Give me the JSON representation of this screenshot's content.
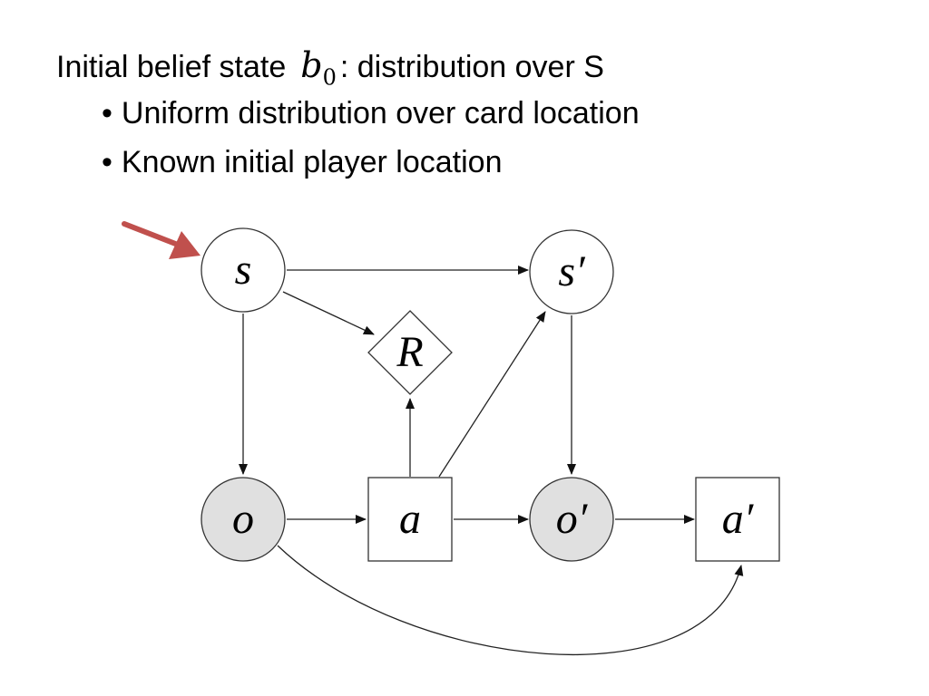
{
  "slide": {
    "title_prefix": "Initial belief state",
    "title_math_symbol": "b",
    "title_math_subscript": "0",
    "title_suffix": ": distribution over S",
    "bullet_glyph": "•",
    "bullets": [
      "Uniform distribution over card location",
      "Known initial player location"
    ]
  },
  "diagram": {
    "nodes": [
      {
        "id": "s",
        "label": "s",
        "shape": "circle",
        "shaded": false
      },
      {
        "id": "s_prime",
        "label": "s′",
        "shape": "circle",
        "shaded": false
      },
      {
        "id": "R",
        "label": "R",
        "shape": "diamond",
        "shaded": false
      },
      {
        "id": "o",
        "label": "o",
        "shape": "circle",
        "shaded": true
      },
      {
        "id": "a",
        "label": "a",
        "shape": "square",
        "shaded": false
      },
      {
        "id": "o_prime",
        "label": "o′",
        "shape": "circle",
        "shaded": true
      },
      {
        "id": "a_prime",
        "label": "a′",
        "shape": "square",
        "shaded": false
      }
    ],
    "edges": [
      {
        "from": "s",
        "to": "s_prime"
      },
      {
        "from": "s",
        "to": "R"
      },
      {
        "from": "s",
        "to": "o"
      },
      {
        "from": "a",
        "to": "R"
      },
      {
        "from": "a",
        "to": "s_prime"
      },
      {
        "from": "o",
        "to": "a"
      },
      {
        "from": "a",
        "to": "o_prime"
      },
      {
        "from": "s_prime",
        "to": "o_prime"
      },
      {
        "from": "o_prime",
        "to": "a_prime"
      },
      {
        "from": "o",
        "to": "a_prime"
      }
    ],
    "pointer": {
      "target": "s"
    },
    "colors": {
      "pointer": "#c0504d",
      "shaded_fill": "#e0e0e0",
      "stroke": "#333333"
    }
  }
}
